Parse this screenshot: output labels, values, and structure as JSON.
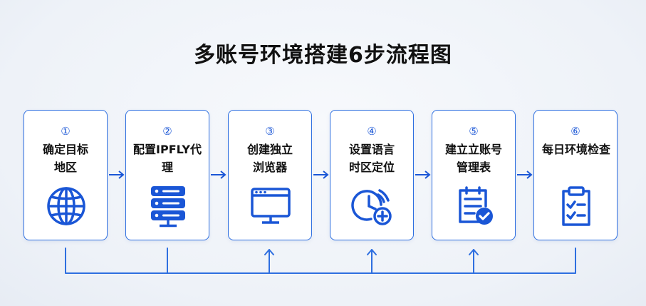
{
  "title": "多账号环境搭建6步流程图",
  "steps": [
    {
      "num": "①",
      "label": "确定目标地区",
      "icon": "globe-icon"
    },
    {
      "num": "②",
      "label": "配置IPFLY代理",
      "icon": "server-icon"
    },
    {
      "num": "③",
      "label": "创建独立浏览器",
      "icon": "browser-window-icon"
    },
    {
      "num": "④",
      "label": "设置语言时区定位",
      "icon": "clock-location-icon"
    },
    {
      "num": "⑤",
      "label": "建立立账号管理表",
      "icon": "checklist-icon"
    },
    {
      "num": "⑥",
      "label": "每日环境检查",
      "icon": "clipboard-check-icon"
    }
  ],
  "colors": {
    "accent": "#1a56d6",
    "border": "#2e6fe0",
    "text": "#111111"
  }
}
